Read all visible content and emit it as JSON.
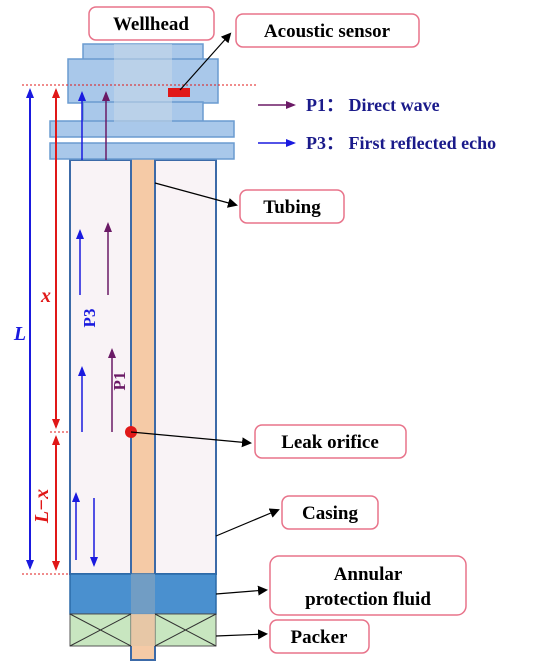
{
  "labels": {
    "wellhead": "Wellhead",
    "acoustic_sensor": "Acoustic sensor",
    "tubing": "Tubing",
    "leak_orifice": "Leak orifice",
    "casing": "Casing",
    "annular_line1": "Annular",
    "annular_line2": "protection fluid",
    "packer": "Packer"
  },
  "legend": {
    "p1": "P1： Direct wave",
    "p3": "P3： First reflected echo"
  },
  "dimensions": {
    "L": "L",
    "x": "x",
    "L_minus_x": "L−x"
  },
  "wave_labels": {
    "p3": "P3",
    "p1": "P1"
  },
  "colors": {
    "direct_wave": "#6b1a66",
    "reflected_echo": "#1a1adf",
    "dimension_red": "#e01818",
    "dimension_blue": "#1a1adf",
    "label_border": "#e8738a",
    "tubing": "#f5caa6",
    "annular_fluid": "#4a90cf",
    "packer": "#c8e6c0",
    "wellhead_plate": "#a9c8ea",
    "sensor": "#e01818",
    "leak_dot": "#e01818"
  }
}
